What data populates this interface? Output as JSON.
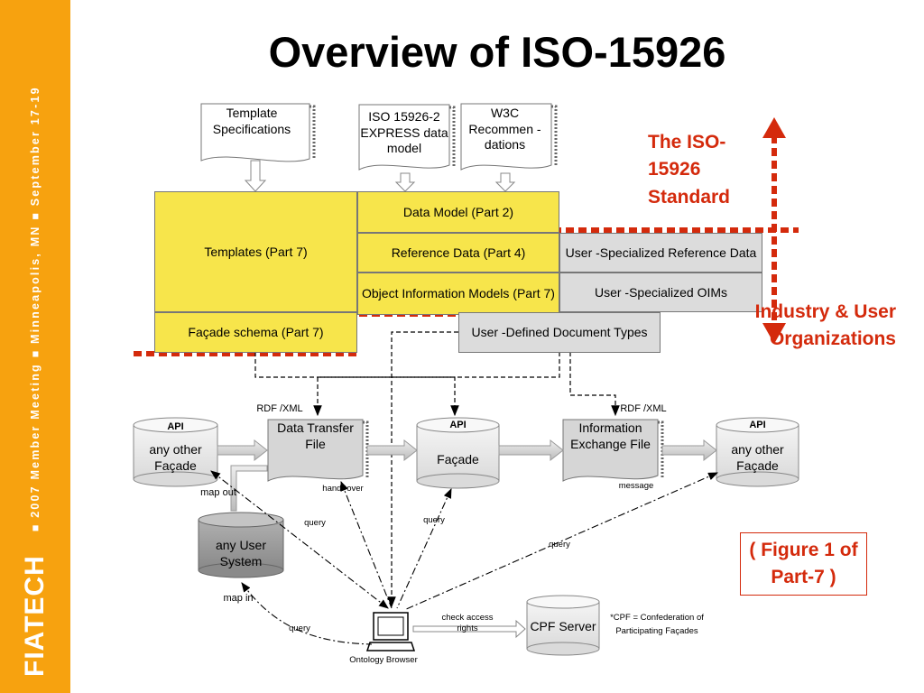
{
  "sidebar": {
    "brand": "FIATECH",
    "meeting": "■  2007 Member Meeting  ■  Minneapolis, MN  ■  September 17-19"
  },
  "title": "Overview of ISO-15926",
  "docs": {
    "template_specs": "Template Specifications",
    "iso_express": "ISO 15926-2 EXPRESS data model",
    "w3c": "W3C Recommen - dations"
  },
  "parts": {
    "templates": "Templates   (Part  7)",
    "facade_schema": "Façade schema    (Part  7)",
    "data_model": "Data Model    (Part  2)",
    "reference_data": "Reference Data    (Part  4)",
    "oim": "Object Information Models (Part  7)"
  },
  "user": {
    "specialized_ref": "User -Specialized Reference Data",
    "specialized_oims": "User -Specialized OIMs",
    "defined_docs": "User -Defined Document Types"
  },
  "flow": {
    "rdf_left": "RDF /XML",
    "rdf_right": "RDF /XML",
    "api": "API",
    "any_other_facade_left": "any other Façade",
    "data_transfer_file": "Data Transfer File",
    "facade": "Façade",
    "info_exchange_file": "Information Exchange File",
    "any_other_facade_right": "any other Façade",
    "hand_over": "hand  -over",
    "message": "message",
    "map_out": "map out",
    "map_in": "map in",
    "any_user_system": "any User System",
    "query": "query",
    "check_access": "check access rights",
    "cpf_server": "CPF Server",
    "cpf_note": "*CPF   =  Confederation of Participating Façades",
    "ontology_browser": "Ontology Browser"
  },
  "annotations": {
    "standard": "The ISO-15926 Standard",
    "industry": "Industry & User Organizations",
    "figure": "( Figure 1 of Part-7 )"
  },
  "colors": {
    "sidebar": "#f7a20f",
    "yellow": "#f7e54b",
    "gray": "#dcdcdc",
    "red": "#d42a0c"
  }
}
